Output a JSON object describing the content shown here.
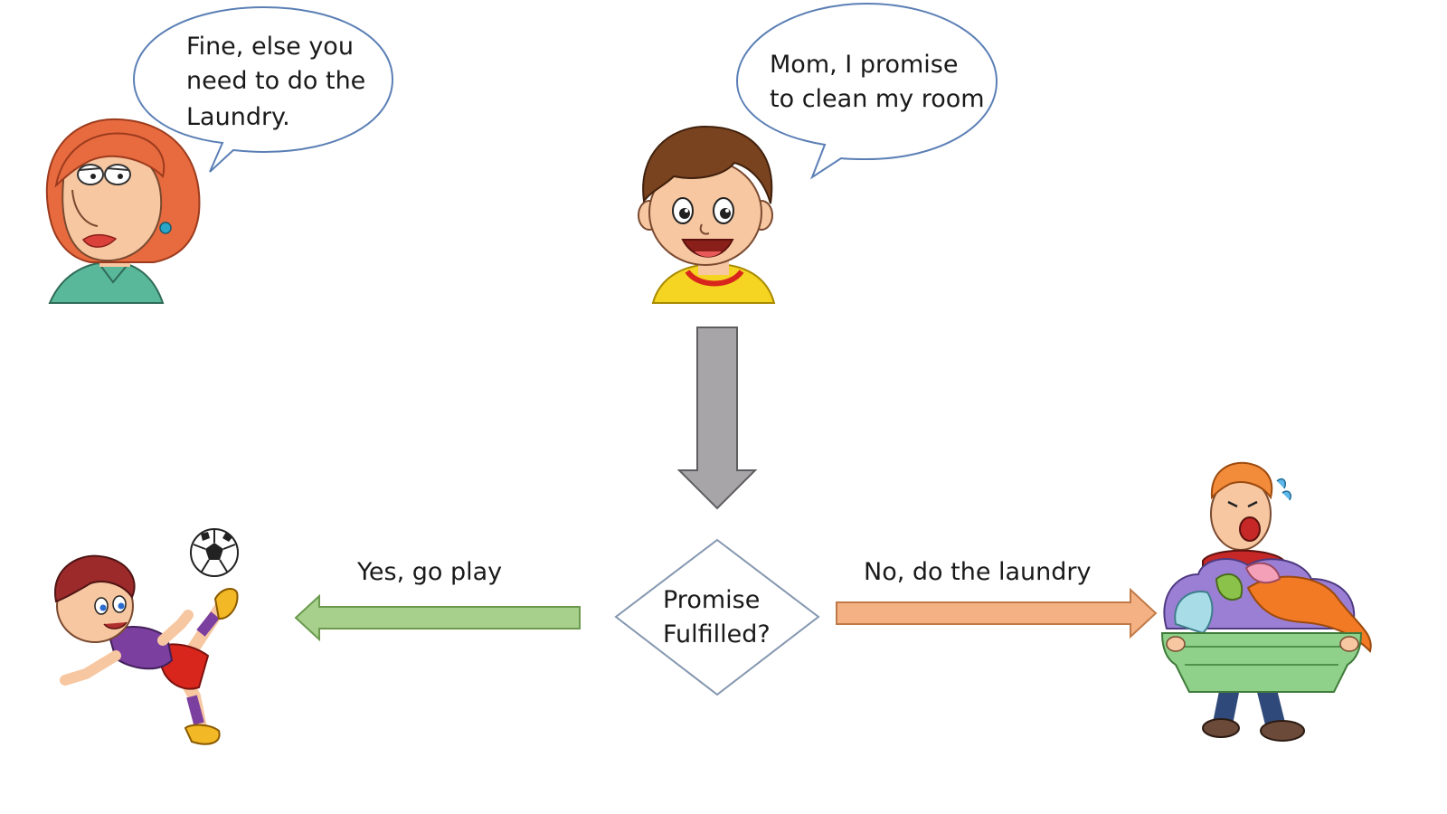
{
  "mom_bubble": {
    "lines": [
      "Fine, else you",
      "need to do the",
      "Laundry."
    ]
  },
  "kid_bubble": {
    "lines": [
      "Mom, I promise",
      "to clean my room"
    ]
  },
  "decision": {
    "lines": [
      "Promise",
      "Fulfilled?"
    ]
  },
  "yes_branch": {
    "label": "Yes, go play"
  },
  "no_branch": {
    "label": "No, do the laundry"
  },
  "colors": {
    "bubble_stroke": "#5b7fb5",
    "down_arrow": "#a7a5a8",
    "yes_arrow": "#a8d08d",
    "no_arrow": "#f4b183",
    "diamond_stroke": "#8497b0"
  },
  "icons": [
    "mom-character-icon",
    "boy-character-icon",
    "soccer-boy-icon",
    "laundry-boy-icon",
    "soccer-ball-icon"
  ]
}
